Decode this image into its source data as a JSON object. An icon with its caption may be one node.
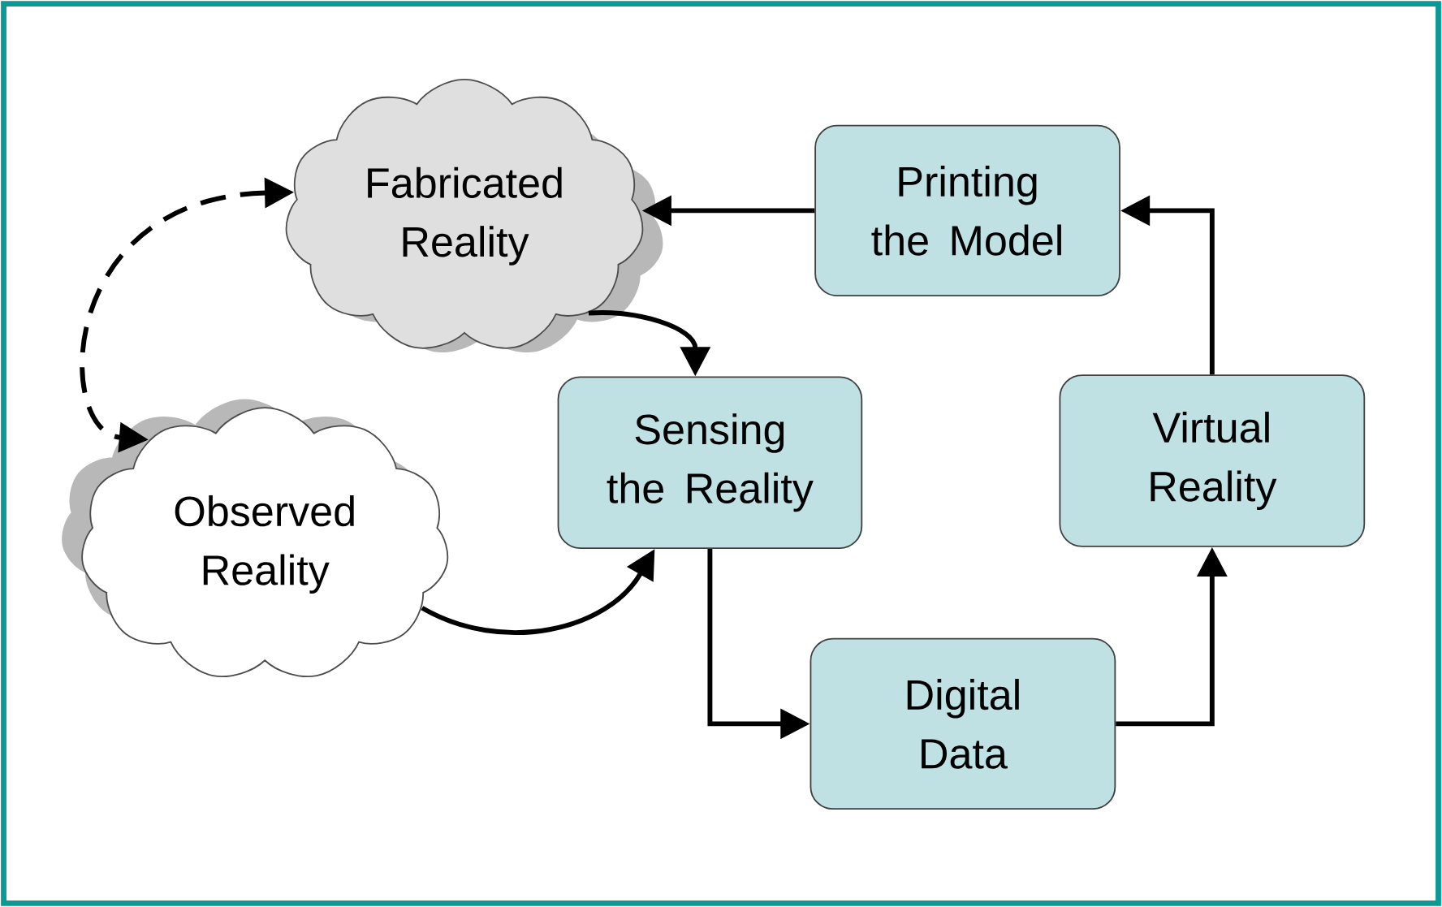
{
  "diagram": {
    "nodes": [
      {
        "text": [
          "Fabricated Reality"
        ]
      },
      {
        "text": [
          "Printing the Model"
        ]
      },
      {
        "text": [
          "Sensing the Reality"
        ]
      },
      {
        "text": [
          "Virtual Reality"
        ]
      },
      {
        "text": [
          "Observed Reality"
        ]
      },
      {
        "text": [
          "Digital Data"
        ]
      }
    ],
    "edges": [
      {
        "from": 1,
        "to": 0,
        "arrow": "to"
      },
      {
        "from": 0,
        "to": 2,
        "arrow": "to"
      },
      {
        "from": 4,
        "to": 2,
        "arrow": "to"
      },
      {
        "from": 2,
        "to": 5,
        "arrow": "to"
      },
      {
        "from": 5,
        "to": 3,
        "arrow": "to"
      },
      {
        "from": 3,
        "to": 1,
        "arrow": "to"
      },
      {
        "from": 0,
        "to": 4,
        "arrow": "both",
        "style": "dashed"
      }
    ]
  }
}
